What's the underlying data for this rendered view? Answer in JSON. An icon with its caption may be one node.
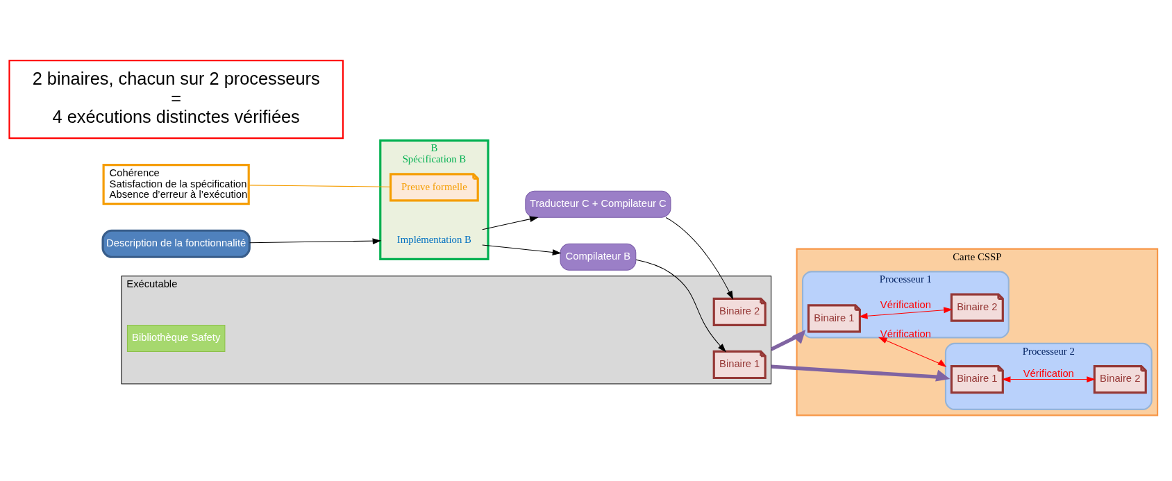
{
  "diagram": {
    "nodes": [
      {
        "text": [
          "Description de la fonctionnalité"
        ]
      },
      {
        "text": [
          "B",
          "Spécification B"
        ]
      },
      {
        "text": [
          "Implémentation B"
        ],
        "in": 1
      },
      {
        "text": [
          "Preuve formelle"
        ],
        "in": 1
      },
      {
        "text": [
          "Cohérence",
          "Satisfaction de la spécification",
          "Absence d’erreur à l’exécution"
        ]
      },
      {
        "text": [
          "Compilateur B"
        ]
      },
      {
        "text": [
          "Traducteur C + Compilateur C"
        ]
      },
      {
        "text": [
          "Exécutable"
        ]
      },
      {
        "text": [
          "Binaire 1"
        ],
        "in": 7
      },
      {
        "text": [
          "Binaire 2"
        ],
        "in": 7
      },
      {
        "text": [
          "Bibliothèque Safety"
        ],
        "in": 7
      },
      {
        "text": [
          "Carte CSSP"
        ]
      },
      {
        "text": [
          "Processeur 1"
        ],
        "in": 11
      },
      {
        "text": [
          "Binaire 1"
        ],
        "in": 12
      },
      {
        "text": [
          "Binaire 2"
        ],
        "in": 12
      },
      {
        "text": [
          "Processeur 2"
        ],
        "in": 11
      },
      {
        "text": [
          "Binaire 1"
        ],
        "in": 15
      },
      {
        "text": [
          "Binaire 2"
        ],
        "in": 15
      },
      {
        "text": [
          "2 binaires, chacun sur 2 processeurs",
          "=",
          "4 exécutions distinctes vérifiées"
        ]
      }
    ],
    "edges": [
      {
        "from": 0,
        "to": 1,
        "arrow": "to"
      },
      {
        "from": 4,
        "to": 3,
        "arrow": "none",
        "color": "#f59d00"
      },
      {
        "from": 2,
        "to": 5,
        "arrow": "to"
      },
      {
        "from": 2,
        "to": 6,
        "arrow": "to"
      },
      {
        "from": 5,
        "to": 8,
        "arrow": "to"
      },
      {
        "from": 6,
        "to": 9,
        "arrow": "to"
      },
      {
        "from": 7,
        "to": 12,
        "arrow": "to",
        "style": "thick",
        "color": "#8064a2"
      },
      {
        "from": 7,
        "to": 15,
        "arrow": "to",
        "style": "thick",
        "color": "#8064a2"
      },
      {
        "from": 13,
        "to": 14,
        "arrow": "both",
        "label": "Vérification",
        "color": "#ff0000"
      },
      {
        "from": 12,
        "to": 15,
        "arrow": "both",
        "label": "Vérification",
        "color": "#ff0000"
      },
      {
        "from": 16,
        "to": 17,
        "arrow": "both",
        "label": "Vérification",
        "color": "#ff0000"
      }
    ]
  }
}
